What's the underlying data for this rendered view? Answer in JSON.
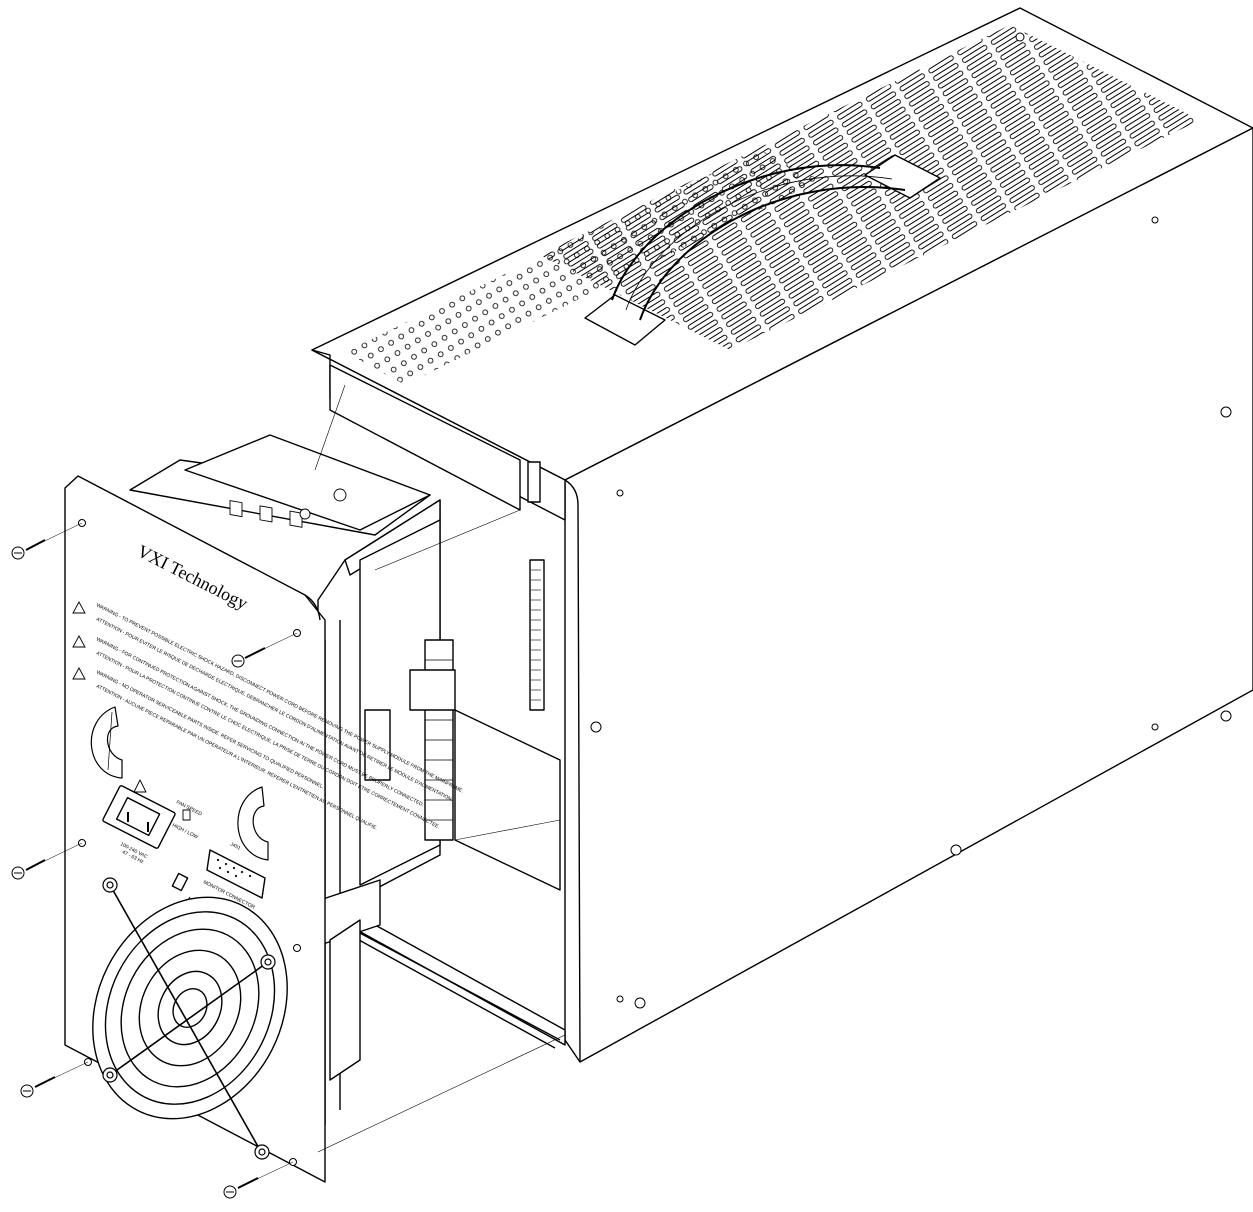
{
  "drawing": {
    "brand_text": "VXI Technology",
    "fan_speed_label": "FAN SPEED",
    "fan_speed_options": "HIGH / LOW",
    "monitor_connector_label": "MONITOR CONNECTOR",
    "connector_ref": "J451",
    "power_rating_line1": "100-240 VAC",
    "power_rating_line2": "47 - 63 Hz",
    "warnings": [
      "WARNING - TO PREVENT POSSIBLE ELECTRIC SHOCK HAZARD, DISCONNECT POWER CORD BEFORE REMOVING THE POWER SUPPLY MODULE FROM THE MAINFRAME.",
      "ATTENTION - POUR EVITER LE RISQUE DE DECHARGE ELECTRIQUE, DEBRANCHER LE CORDON D'ALIMENTATION AVANT DE RETIRER LE MODULE D'ALIMENTATION.",
      "WARNING - FOR CONTINUED PROTECTION AGAINST SHOCK, THE GROUNDING CONNECTION IN THE POWER CORD MUST BE PROPERLY CONNECTED.",
      "ATTENTION - POUR LA PROTECTION CONTINUE CONTRE LE CHOC ELECTRIQUE, LA PRISE DE TERRE DU CORDON DOIT ETRE CORRECTEMENT CONNECTEE.",
      "WARNING - NO OPERATOR SERVICEABLE PARTS INSIDE. REFER SERVICING TO QUALIFIED PERSONNEL.",
      "ATTENTION - AUCUNE PIECE REPARABLE PAR UN OPERATEUR A L'INTERIEUR. REFERER L'ENTRETIEN AU PERSONNEL QUALIFIE."
    ]
  },
  "colors": {
    "line": "#000000",
    "fill": "#ffffff",
    "panel_shade": "#f2f2f2"
  }
}
